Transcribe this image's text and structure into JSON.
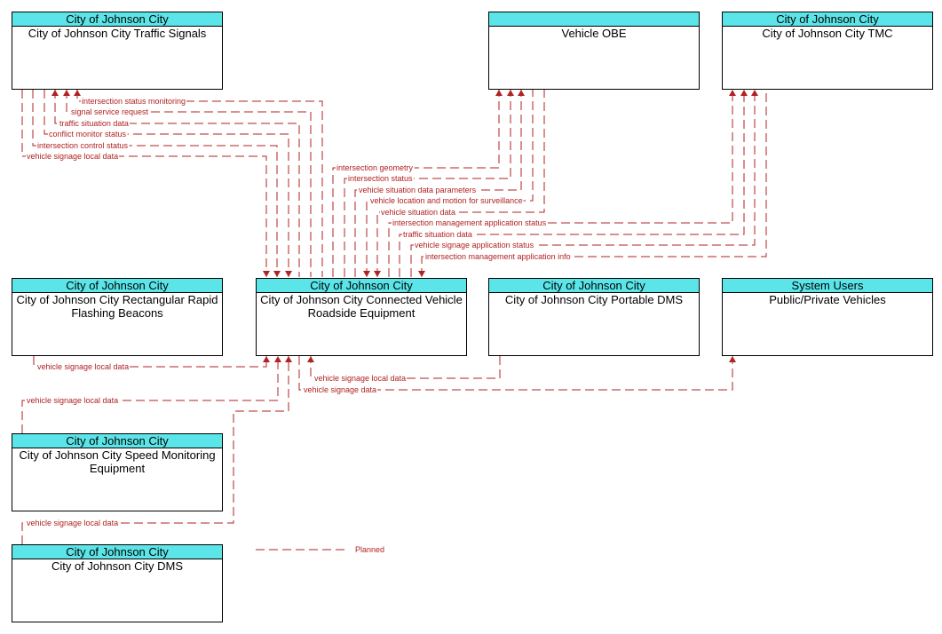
{
  "colors": {
    "flow": "#b22222",
    "header": "#5ce5e8",
    "border": "#000000"
  },
  "elements": {
    "traffic_signals": {
      "owner": "City of Johnson City",
      "name": "City of Johnson City Traffic Signals"
    },
    "vehicle_obe": {
      "owner": "",
      "name": "Vehicle OBE"
    },
    "tmc": {
      "owner": "City of Johnson City",
      "name": "City of Johnson City TMC"
    },
    "rrfb": {
      "owner": "City of Johnson City",
      "name": "City of Johnson City Rectangular Rapid Flashing Beacons"
    },
    "cv_rse": {
      "owner": "City of Johnson City",
      "name": "City of Johnson City Connected Vehicle Roadside Equipment"
    },
    "portable_dms": {
      "owner": "City of Johnson City",
      "name": "City of Johnson City Portable DMS"
    },
    "public_vehicles": {
      "owner": "System Users",
      "name": "Public/Private Vehicles"
    },
    "speed_monitoring": {
      "owner": "City of Johnson City",
      "name": "City of Johnson City Speed Monitoring Equipment"
    },
    "dms": {
      "owner": "City of Johnson City",
      "name": "City of Johnson City DMS"
    }
  },
  "flows": {
    "ts_1": "intersection status monitoring",
    "ts_2": "signal service request",
    "ts_3": "traffic situation data",
    "ts_4": "conflict monitor status",
    "ts_5": "intersection control status",
    "ts_6": "vehicle signage local data",
    "obe_1": "intersection geometry",
    "obe_2": "intersection status",
    "obe_3": "vehicle situation data parameters",
    "obe_4": "vehicle location and motion for surveillance",
    "obe_5": "vehicle situation data",
    "tmc_1": "intersection management application status",
    "tmc_2": "traffic situation data",
    "tmc_3": "vehicle signage application status",
    "tmc_4": "intersection management application info",
    "rrfb_1": "vehicle signage local data",
    "pdms_1": "vehicle signage local data",
    "pv_1": "vehicle signage data",
    "smon_1": "vehicle signage local data",
    "dms_1": "vehicle signage local data"
  },
  "legend": {
    "planned": "Planned"
  }
}
